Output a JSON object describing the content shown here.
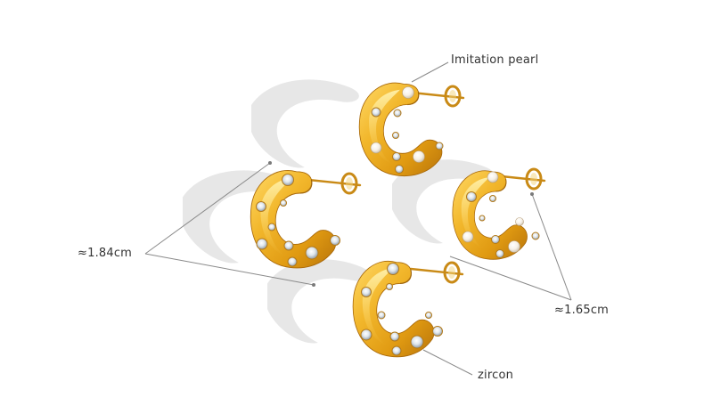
{
  "image": {
    "type": "product-photo",
    "subject": "gold C-hoop stud earrings (2 pairs)",
    "background": "#ffffff"
  },
  "annotations": {
    "pearl_label": "Imitation pearl",
    "width_large_label": "≈1.84cm",
    "width_small_label": "≈1.65cm",
    "zircon_label": "zircon"
  },
  "colors": {
    "gold_light": "#f7c94a",
    "gold_mid": "#e6a418",
    "gold_dark": "#b8740a",
    "shadow": "#e4e4e4",
    "line": "#8a8a8a",
    "text": "#333333"
  },
  "products": [
    {
      "name": "pearl-zircon-earring-back",
      "stones": "pearls + zircons"
    },
    {
      "name": "zircon-earring-left",
      "stones": "zircons"
    },
    {
      "name": "pearl-zircon-earring-right",
      "stones": "pearls + zircons"
    },
    {
      "name": "zircon-earring-front",
      "stones": "zircons"
    }
  ]
}
